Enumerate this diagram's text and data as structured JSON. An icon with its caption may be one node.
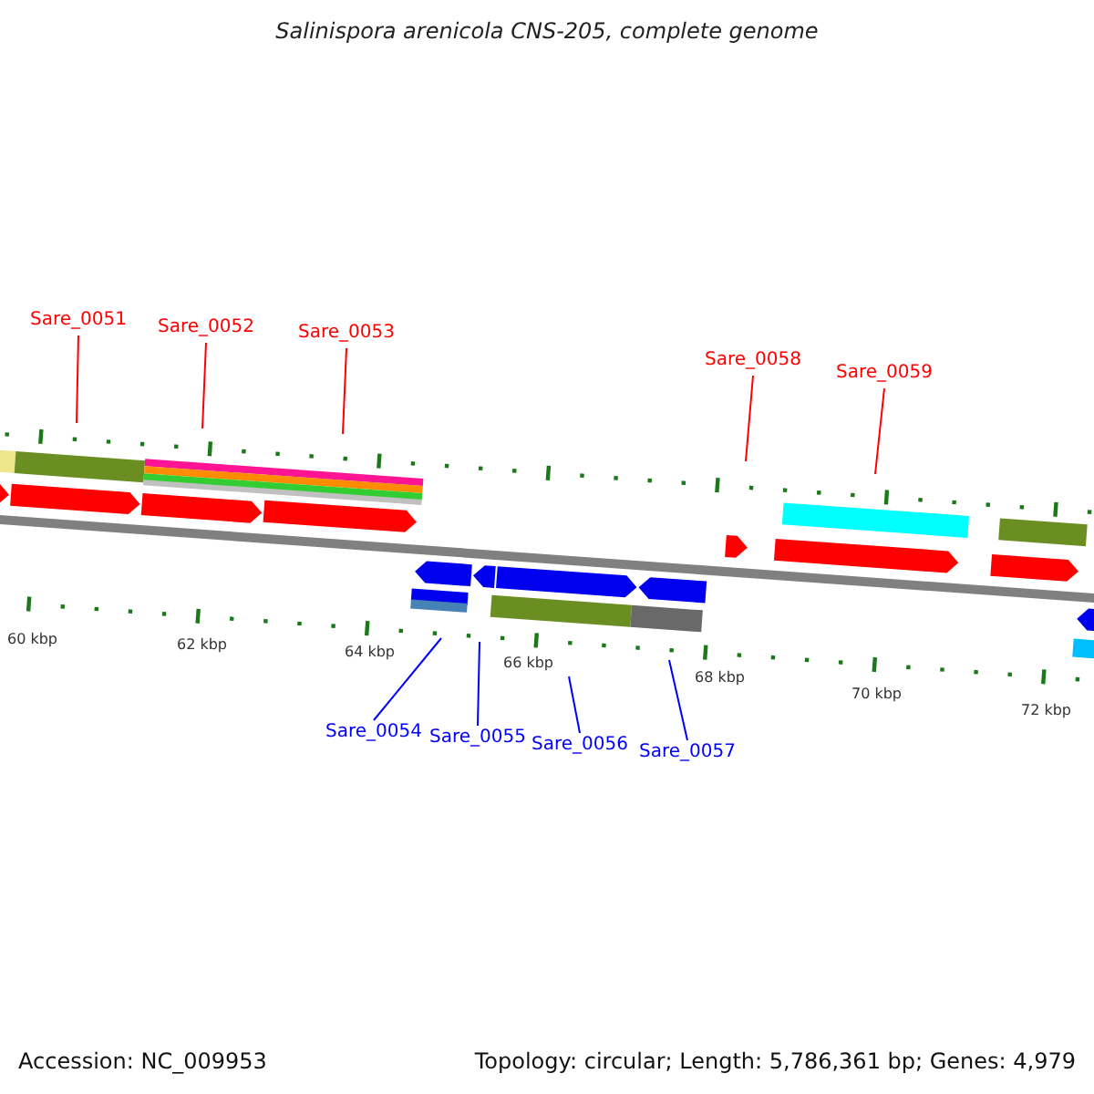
{
  "diagram": {
    "title": "Salinispora arenicola CNS-205, complete genome",
    "nodes": [
      {
        "text": [
          "Sare_0051"
        ]
      },
      {
        "text": [
          "Sare_0052"
        ]
      },
      {
        "text": [
          "Sare_0053"
        ]
      },
      {
        "text": [
          "Sare_0058"
        ]
      },
      {
        "text": [
          "Sare_0059"
        ]
      },
      {
        "text": [
          "Sare_0054"
        ]
      },
      {
        "text": [
          "Sare_0055"
        ]
      },
      {
        "text": [
          "Sare_0056"
        ]
      },
      {
        "text": [
          "Sare_0057"
        ]
      }
    ],
    "edges": [
      {
        "from": 0,
        "to": null,
        "arrow": "none"
      },
      {
        "from": 1,
        "to": null,
        "arrow": "none"
      },
      {
        "from": 2,
        "to": null,
        "arrow": "none"
      },
      {
        "from": 3,
        "to": null,
        "arrow": "none"
      },
      {
        "from": 4,
        "to": null,
        "arrow": "none"
      },
      {
        "from": 5,
        "to": null,
        "arrow": "none",
        "color": "#0000ff"
      },
      {
        "from": 6,
        "to": null,
        "arrow": "none",
        "color": "#0000ff"
      },
      {
        "from": 7,
        "to": null,
        "arrow": "none",
        "color": "#0000ff"
      },
      {
        "from": 8,
        "to": null,
        "arrow": "none",
        "color": "#0000ff"
      }
    ],
    "labels": [
      "60 kbp",
      "62 kbp",
      "64 kbp",
      "66 kbp",
      "68 kbp",
      "70 kbp",
      "72 kbp",
      "Accession: NC_009953",
      "Topology: circular; Length: 5,786,361 bp; Genes: 4,979"
    ]
  }
}
